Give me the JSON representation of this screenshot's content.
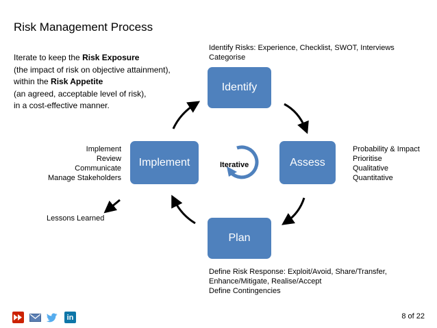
{
  "title": "Risk Management Process",
  "intro": {
    "l1_pre": "Iterate to keep the ",
    "l1_bold": "Risk Exposure",
    "l2": "(the impact of risk on objective attainment),",
    "l3_pre": "within the ",
    "l3_bold": "Risk Appetite",
    "l4": "(an agreed, acceptable level of risk),",
    "l5": "in a cost-effective manner."
  },
  "boxes": {
    "identify": "Identify",
    "assess": "Assess",
    "plan": "Plan",
    "implement": "Implement"
  },
  "center_label": "Iterative",
  "notes": {
    "identify": [
      "Identify Risks: Experience, Checklist, SWOT, Interviews",
      "Categorise"
    ],
    "assess": [
      "Probability & Impact",
      "Prioritise",
      "Qualitative",
      "Quantitative"
    ],
    "plan": [
      "Define Risk Response: Exploit/Avoid, Share/Transfer,",
      "Enhance/Mitigate, Realise/Accept",
      "Define Contingencies"
    ],
    "implement": [
      "Implement",
      "Review",
      "Communicate",
      "Manage Stakeholders"
    ],
    "lessons": "Lessons Learned"
  },
  "footer": {
    "page": "8 of 22",
    "icons": [
      "slideshare-icon",
      "email-icon",
      "twitter-icon",
      "linkedin-icon"
    ]
  },
  "colors": {
    "box": "#4f81bd",
    "accent_red": "#cc2200",
    "twitter": "#55acee",
    "linkedin": "#0e76a8"
  }
}
